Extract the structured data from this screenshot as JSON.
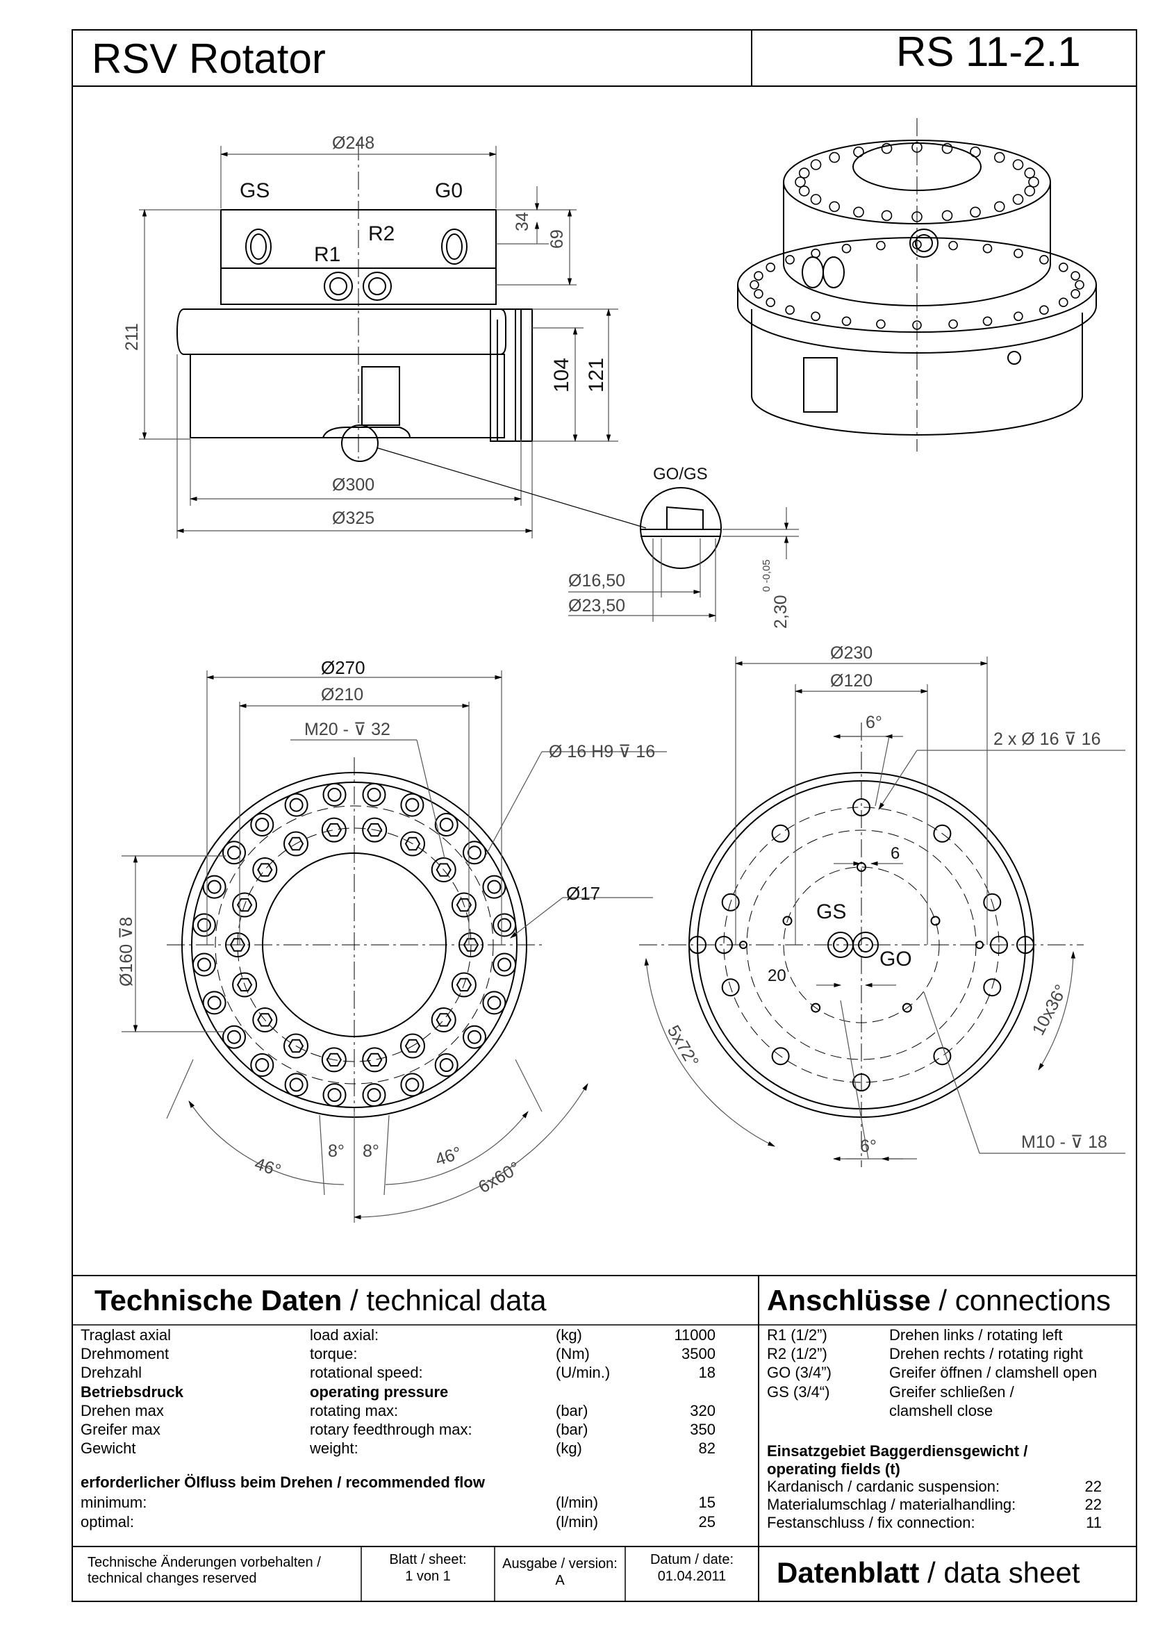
{
  "header": {
    "title": "RSV Rotator",
    "model": "RS 11-2.1"
  },
  "drawing": {
    "side_view": {
      "d248": "Ø248",
      "gs": "GS",
      "g0": "G0",
      "r1": "R1",
      "r2": "R2",
      "h34": "34",
      "h69": "69",
      "h211": "211",
      "h104": "104",
      "h121": "121",
      "d300": "Ø300",
      "d325": "Ø325"
    },
    "detail": {
      "title": "GO/GS",
      "d1650": "Ø16,50",
      "d2350": "Ø23,50",
      "h230": "2,30",
      "tol": "0 -0,05"
    },
    "top_view": {
      "d270": "Ø270",
      "d210": "Ø210",
      "m20": "M20 - ⊽ 32",
      "h9": "Ø 16 H9 ⊽ 16",
      "d17": "Ø17",
      "d160": "Ø160 ⊽8",
      "a46l": "46°",
      "a8l": "8°",
      "a8r": "8°",
      "a46r": "46°",
      "a6x60": "6x60°"
    },
    "bottom_view": {
      "d230": "Ø230",
      "d120": "Ø120",
      "a6top": "6°",
      "twox": "2 x Ø 16 ⊽ 16",
      "w6": "6",
      "gs": "GS",
      "go": "GO",
      "w20": "20",
      "a5x72": "5x72°",
      "a10x36": "10x36°",
      "m10": "M10 - ⊽ 18",
      "a6bot": "6°"
    }
  },
  "tech": {
    "heading_de": "Technische Daten",
    "heading_en": " / technical data",
    "rows": [
      {
        "de": "Traglast axial",
        "en": "load axial:",
        "unit": "(kg)",
        "value": "11000",
        "bold": false
      },
      {
        "de": "Drehmoment",
        "en": "torque:",
        "unit": "(Nm)",
        "value": "3500",
        "bold": false
      },
      {
        "de": "Drehzahl",
        "en": "rotational speed:",
        "unit": "(U/min.)",
        "value": "18",
        "bold": false
      },
      {
        "de": "Betriebsdruck",
        "en": "operating pressure",
        "unit": "",
        "value": "",
        "bold": true
      },
      {
        "de": "Drehen max",
        "en": "rotating max:",
        "unit": "(bar)",
        "value": "320",
        "bold": false
      },
      {
        "de": "Greifer max",
        "en": "rotary feedthrough max:",
        "unit": "(bar)",
        "value": "350",
        "bold": false
      },
      {
        "de": "Gewicht",
        "en": "weight:",
        "unit": "(kg)",
        "value": "82",
        "bold": false
      }
    ],
    "flow_heading": "erforderlicher Ölfluss beim Drehen / recommended flow",
    "flow_rows": [
      {
        "label": "minimum:",
        "unit": "(l/min)",
        "value": "15"
      },
      {
        "label": "optimal:",
        "unit": "(l/min)",
        "value": "25"
      }
    ]
  },
  "connections": {
    "heading_de": "Anschlüsse",
    "heading_en": " / connections",
    "rows": [
      {
        "port": "R1  (1/2”)",
        "desc": "Drehen links / rotating left"
      },
      {
        "port": "R2  (1/2”)",
        "desc": "Drehen rechts / rotating right"
      },
      {
        "port": "GO  (3/4”)",
        "desc": "Greifer öffnen / clamshell open"
      },
      {
        "port": "GS  (3/4“)",
        "desc": "Greifer schließen /"
      },
      {
        "port": "",
        "desc": "clamshell close"
      }
    ],
    "fields_heading_1": "Einsatzgebiet Baggerdiensgewicht /",
    "fields_heading_2": "operating fields (t)",
    "fields": [
      {
        "label": "Kardanisch / cardanic suspension:",
        "value": "22"
      },
      {
        "label": "Materialumschlag / materialhandling:",
        "value": "22"
      },
      {
        "label": "Festanschluss / fix connection:",
        "value": "11"
      }
    ]
  },
  "footer": {
    "changes_1": "Technische Änderungen vorbehalten /",
    "changes_2": "technical changes reserved",
    "sheet_label": "Blatt / sheet:",
    "sheet_value": "1 von 1",
    "version_label": "Ausgabe / version:",
    "version_value": "A",
    "date_label": "Datum / date:",
    "date_value": "01.04.2011",
    "datasheet_de": "Datenblatt",
    "datasheet_en": " / data sheet"
  }
}
